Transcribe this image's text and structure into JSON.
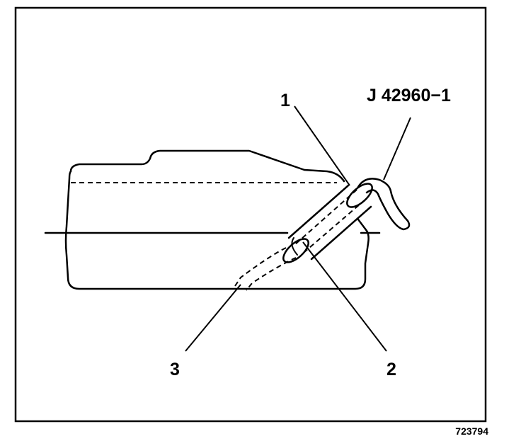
{
  "diagram": {
    "callouts": {
      "c1": "1",
      "c2": "2",
      "c3": "3"
    },
    "tool_label": "J 42960−1",
    "figure_number": "723794"
  }
}
